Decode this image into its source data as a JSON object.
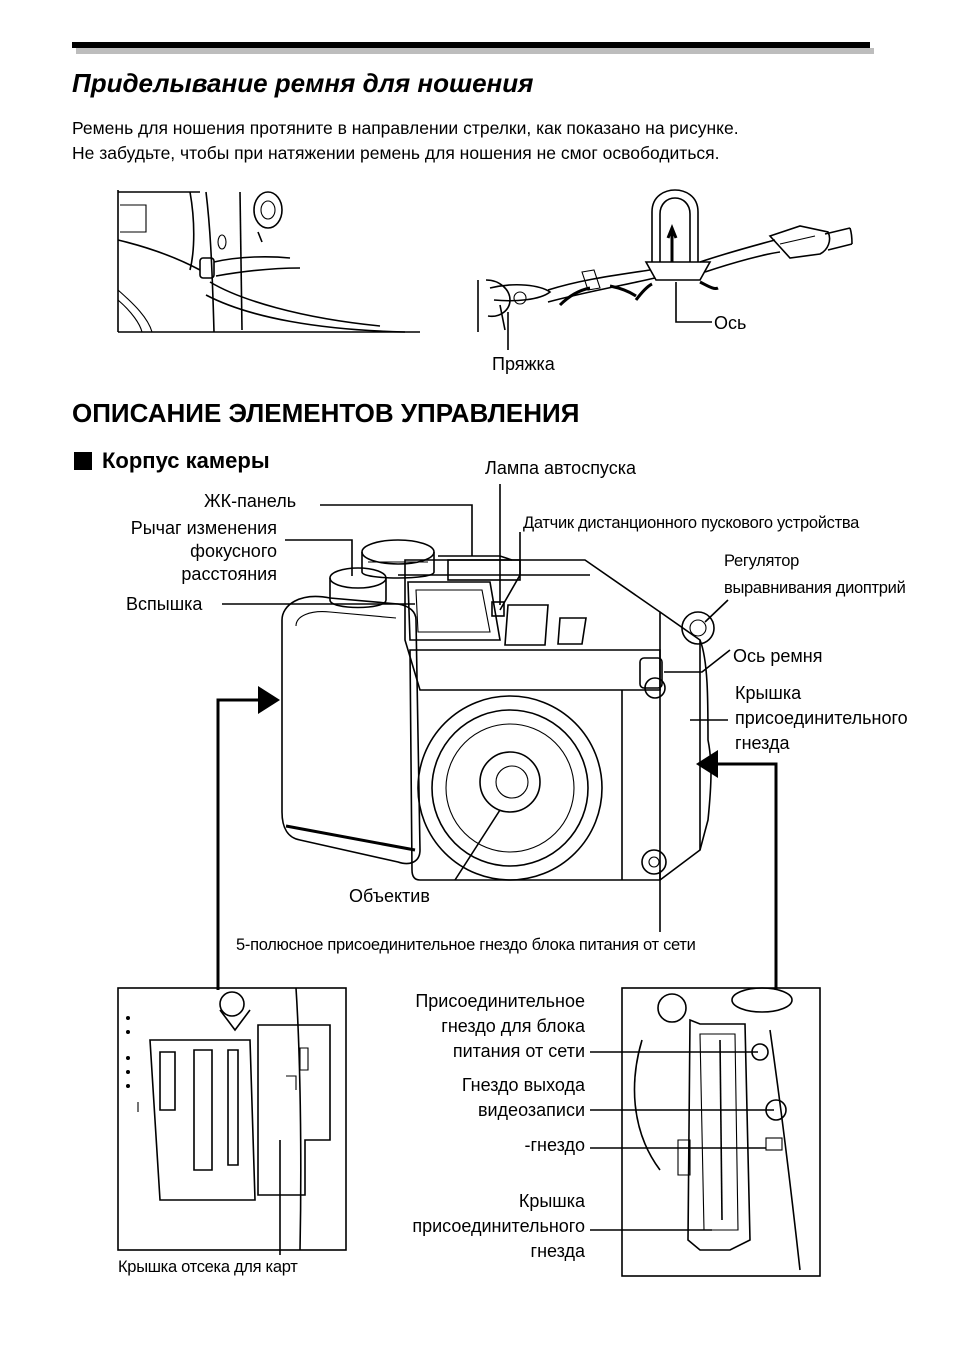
{
  "section1": {
    "title": "Приделывание ремня для ношения",
    "line1": "Ремень для ношения протяните в направлении стрелки, как показано на рисунке.",
    "line2": "Не забудьте, чтобы при натяжении ремень для ношения не смог освободиться.",
    "label_axis": "Ось",
    "label_buckle": "Пряжка"
  },
  "section2": {
    "title": "ОПИСАНИЕ ЭЛЕМЕНТОВ УПРАВЛЕНИЯ",
    "subtitle": "Корпус камеры",
    "labels": {
      "self_timer_lamp": "Лампа автоспуска",
      "lcd_panel": "ЖК-панель",
      "remote_sensor": "Датчик дистанционного пускового устройства",
      "zoom_lever_1": "Рычаг изменения",
      "zoom_lever_2": "фокусного",
      "zoom_lever_3": "расстояния",
      "diopter_1": "Регулятор",
      "diopter_2": "выравнивания диоптрий",
      "flash": "Вспышка",
      "strap_axis": "Ось ремня",
      "connector_cover_1": "Крышка",
      "connector_cover_2": "присоединительного",
      "connector_cover_3": "гнезда",
      "lens": "Объектив",
      "dc_jack_5pin": "5-полюсное присоединительное гнездо блока питания от сети",
      "dc_in_1": "Присоединительное",
      "dc_in_2": "гнездо для блока",
      "dc_in_3": "питания от сети",
      "video_out_1": "Гнездо выхода",
      "video_out_2": "видеозаписи",
      "usb_jack": "-гнездо",
      "cover2_1": "Крышка",
      "cover2_2": "присоединительного",
      "cover2_3": "гнезда",
      "card_cover": "Крышка отсека для карт"
    }
  }
}
